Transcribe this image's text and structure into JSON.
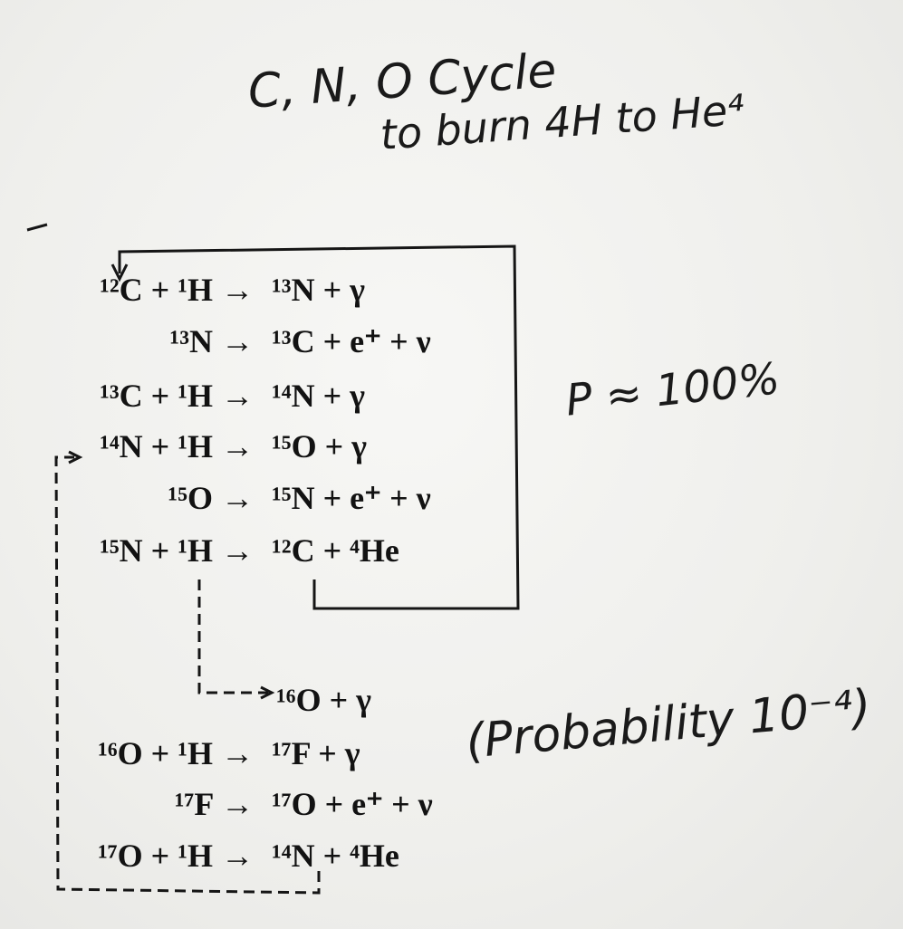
{
  "title": {
    "line1": "C, N, O Cycle",
    "line2": "to burn 4H to He⁴"
  },
  "main_cycle": [
    {
      "lhs": "¹²C + ¹H →",
      "rhs": "¹³N + γ"
    },
    {
      "lhs": "¹³N →",
      "rhs": "¹³C + e⁺ + ν"
    },
    {
      "lhs": "¹³C + ¹H →",
      "rhs": "¹⁴N + γ"
    },
    {
      "lhs": "¹⁴N + ¹H →",
      "rhs": "¹⁵O + γ"
    },
    {
      "lhs": "¹⁵O →",
      "rhs": "¹⁵N + e⁺ + ν"
    },
    {
      "lhs": "¹⁵N + ¹H →",
      "rhs": "¹²C + ⁴He"
    }
  ],
  "branch_product": "¹⁶O + γ",
  "side_cycle": [
    {
      "lhs": "¹⁶O + ¹H →",
      "rhs": "¹⁷F + γ"
    },
    {
      "lhs": "¹⁷F →",
      "rhs": "¹⁷O + e⁺ + ν"
    },
    {
      "lhs": "¹⁷O + ¹H →",
      "rhs": "¹⁴N + ⁴He"
    }
  ],
  "annotations": {
    "main_probability": "P ≈ 100%",
    "side_probability": "(Probability 10⁻⁴)"
  }
}
